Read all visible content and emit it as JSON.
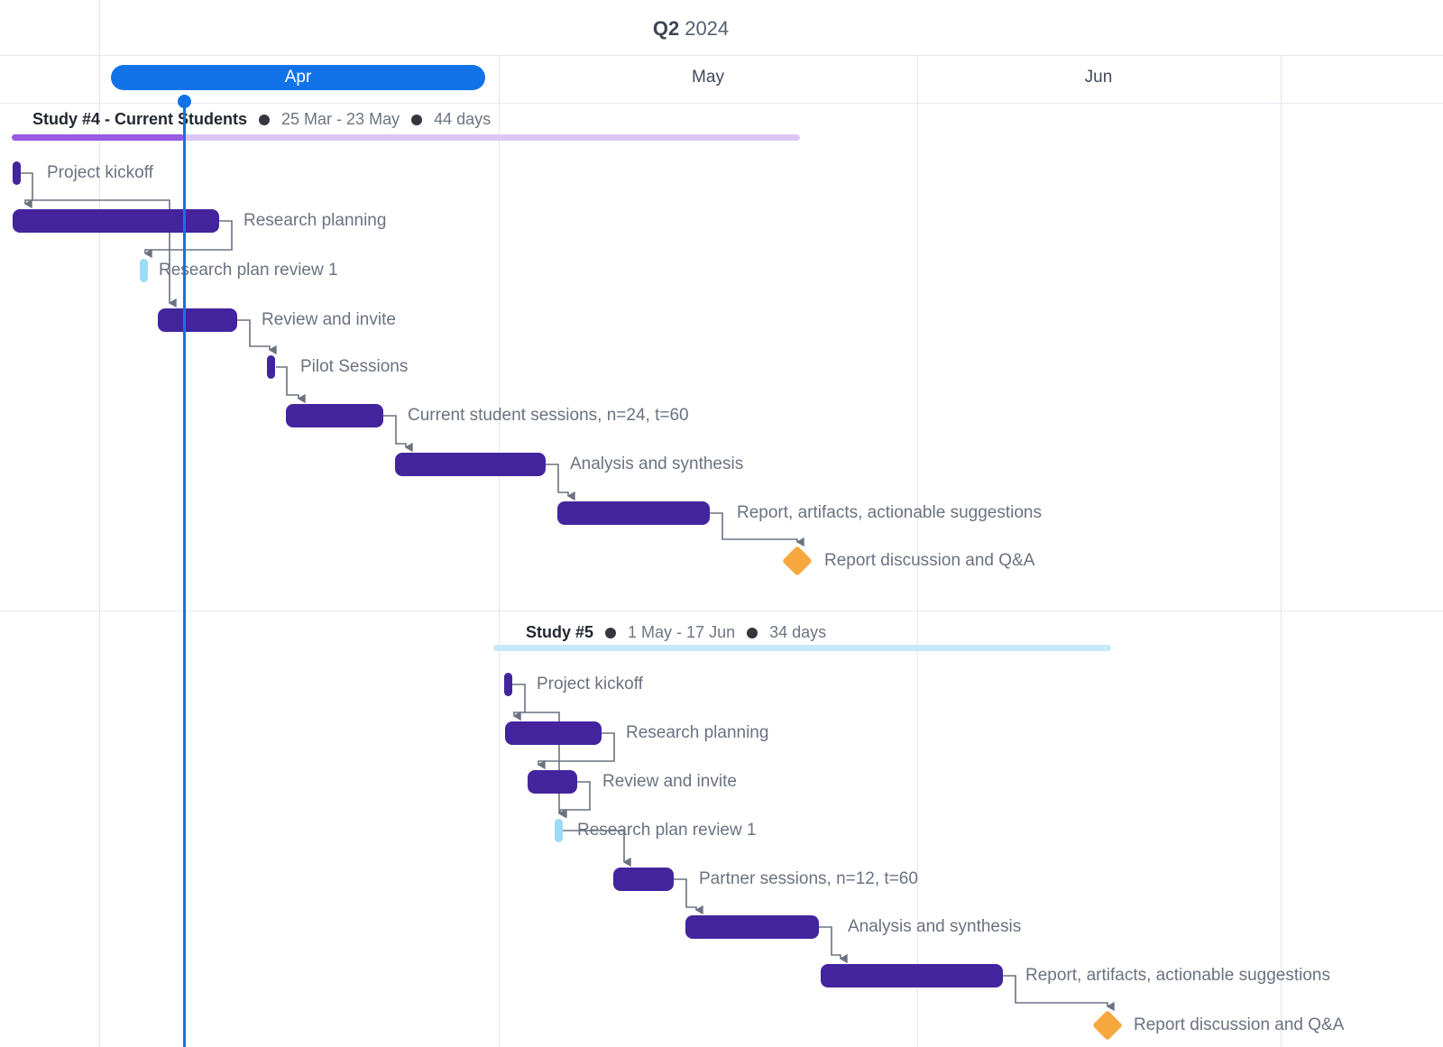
{
  "header": {
    "quarter": "Q2",
    "year": "2024",
    "months": [
      {
        "label": "Apr",
        "active": true
      },
      {
        "label": "May",
        "active": false
      },
      {
        "label": "Jun",
        "active": false
      }
    ]
  },
  "studies": [
    {
      "title": "Study #4 - Current Students",
      "date_range": "25 Mar - 23 May",
      "duration": "44 days",
      "tasks": [
        {
          "label": "Project kickoff",
          "type": "milestone-pill"
        },
        {
          "label": "Research planning",
          "type": "bar"
        },
        {
          "label": "Research plan review 1",
          "type": "milestone-pill-light"
        },
        {
          "label": "Review and invite",
          "type": "bar"
        },
        {
          "label": "Pilot Sessions",
          "type": "milestone-pill"
        },
        {
          "label": "Current student sessions, n=24, t=60",
          "type": "bar"
        },
        {
          "label": "Analysis and synthesis",
          "type": "bar"
        },
        {
          "label": "Report, artifacts, actionable suggestions",
          "type": "bar"
        },
        {
          "label": "Report discussion and Q&A",
          "type": "milestone-diamond"
        }
      ]
    },
    {
      "title": "Study #5",
      "date_range": "1 May - 17 Jun",
      "duration": "34 days",
      "tasks": [
        {
          "label": "Project kickoff",
          "type": "milestone-pill"
        },
        {
          "label": "Research planning",
          "type": "bar"
        },
        {
          "label": "Review and invite",
          "type": "bar"
        },
        {
          "label": "Research plan review 1",
          "type": "milestone-pill-light"
        },
        {
          "label": "Partner sessions, n=12, t=60",
          "type": "bar"
        },
        {
          "label": "Analysis and synthesis",
          "type": "bar"
        },
        {
          "label": "Report, artifacts, actionable suggestions",
          "type": "bar"
        },
        {
          "label": "Report discussion and Q&A",
          "type": "milestone-diamond"
        }
      ]
    }
  ],
  "colors": {
    "task_bar": "#44249d",
    "light_pill": "#9adcf6",
    "study4_track": "#dcc7f4",
    "study4_progress": "#9859e3",
    "study5_track": "#c8e8fc",
    "milestone_diamond": "#f6a83e",
    "today_line": "#1273e8",
    "active_month_pill": "#1273e8"
  }
}
